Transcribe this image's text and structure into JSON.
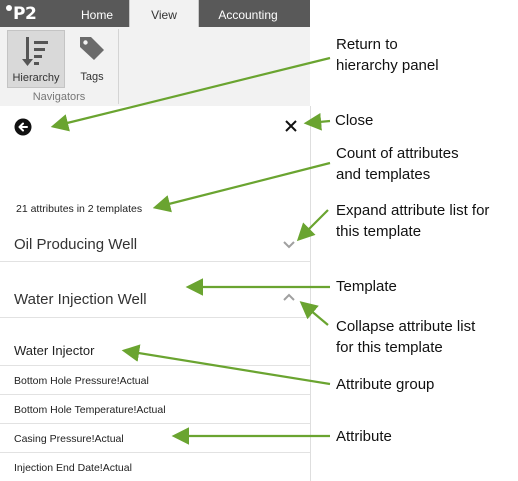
{
  "ribbon": {
    "logo": "P2",
    "tabs": [
      "Home",
      "View",
      "Accounting"
    ],
    "active_tab": "View",
    "buttons": {
      "hierarchy": "Hierarchy",
      "tags": "Tags"
    },
    "group_label": "Navigators",
    "accent_color": "#595959"
  },
  "panel": {
    "count_text": "21 attributes in 2 templates",
    "templates": [
      {
        "label": "Oil Producing Well",
        "state": "collapsed",
        "chevron": "chevron-down-icon"
      },
      {
        "label": "Water Injection Well",
        "state": "expanded",
        "chevron": "chevron-up-icon"
      }
    ],
    "attribute_group": "Water Injector",
    "attributes": [
      "Bottom Hole Pressure!Actual",
      "Bottom Hole Temperature!Actual",
      "Casing Pressure!Actual",
      "Injection End Date!Actual"
    ]
  },
  "callouts": {
    "return_line1": "Return to",
    "return_line2": "hierarchy panel",
    "close": "Close",
    "count_line1": "Count of attributes",
    "count_line2": "and templates",
    "expand_line1": "Expand attribute list for",
    "expand_line2": "this template",
    "template": "Template",
    "collapse_line1": "Collapse attribute list",
    "collapse_line2": "for this template",
    "attribute_group": "Attribute group",
    "attribute": "Attribute",
    "arrow_color": "#6aa430"
  }
}
